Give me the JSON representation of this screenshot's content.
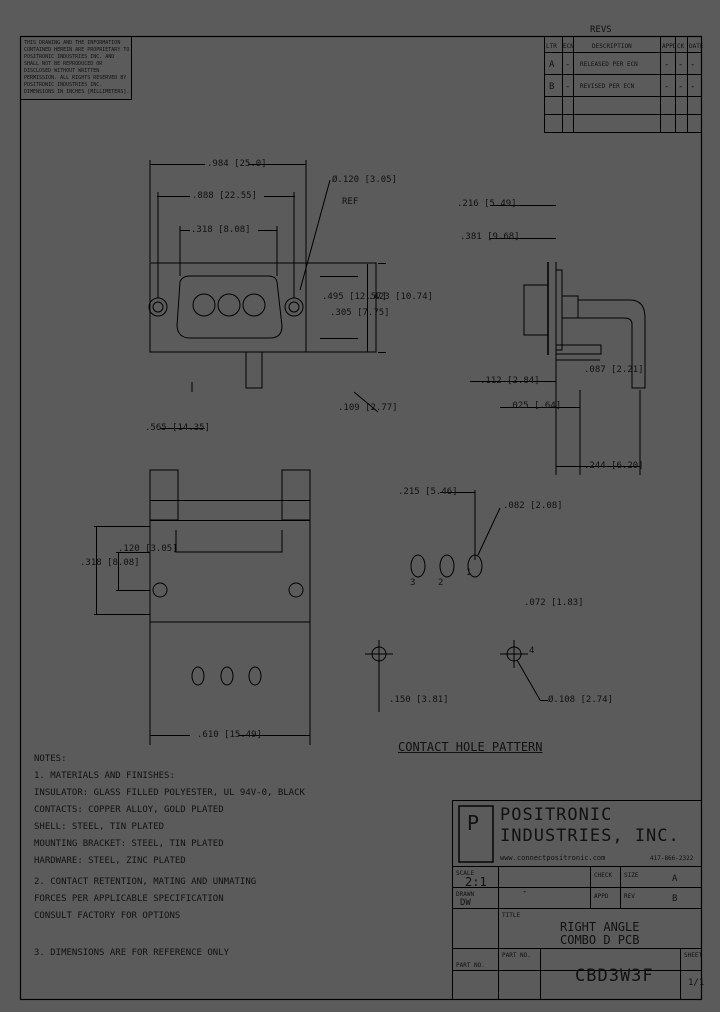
{
  "notice_text": "THIS DRAWING AND THE INFORMATION CONTAINED HEREIN ARE PROPRIETARY TO POSITRONIC INDUSTRIES INC. AND SHALL NOT BE REPRODUCED OR DISCLOSED WITHOUT WRITTEN PERMISSION. ALL RIGHTS RESERVED BY POSITRONIC INDUSTRIES INC. DIMENSIONS IN INCHES [MILLIMETERS].",
  "revisions": {
    "title": "REVS",
    "headers": [
      "LTR",
      "ECN",
      "DESCRIPTION",
      "APPD",
      "CK",
      "DATE"
    ],
    "rows": [
      [
        "A",
        "-",
        "RELEASED PER ECN",
        "-",
        "-",
        "-"
      ],
      [
        "B",
        "-",
        "REVISED PER ECN",
        "-",
        "-",
        "-"
      ]
    ]
  },
  "dims": {
    "d1": ".984 [25.0]",
    "d2": ".888 [22.55]",
    "d3": ".318 [8.08]",
    "d4": "Ø.120 [3.05]",
    "d4b": "REF",
    "d5": ".495 [12.57]",
    "d6": ".305 [7.75]",
    "d7": ".423 [10.74]",
    "d8": ".109 [2.77]",
    "d9": ".565 [14.35]",
    "d10": ".216 [5.49]",
    "d11": ".381 [9.68]",
    "d12": ".112 [2.84]",
    "d13": ".025 [.64]",
    "d14": ".244 [6.20]",
    "d15": ".087 [2.21]",
    "d16": ".318 [8.08]",
    "d17": ".120 [3.05]",
    "d18": ".215 [5.46]",
    "d19": ".610 [15.49]",
    "d20": ".082 [2.08]",
    "d21": ".072 [1.83]",
    "d22": ".150 [3.81]",
    "d23": "Ø.108 [2.74]"
  },
  "pins": {
    "p1": "1",
    "p2": "2",
    "p3": "3",
    "p4": "4"
  },
  "section_title": "CONTACT HOLE PATTERN",
  "notes": {
    "title": "NOTES:",
    "lines": [
      "1. MATERIALS AND FINISHES:",
      "   INSULATOR: GLASS FILLED POLYESTER, UL 94V-0, BLACK",
      "   CONTACTS: COPPER ALLOY, GOLD PLATED",
      "   SHELL: STEEL, TIN PLATED",
      "   MOUNTING BRACKET: STEEL, TIN PLATED",
      "   HARDWARE: STEEL, ZINC PLATED",
      "2. CONTACT RETENTION, MATING AND UNMATING",
      "   FORCES PER APPLICABLE SPECIFICATION",
      "   CONSULT FACTORY FOR OPTIONS",
      "3. DIMENSIONS ARE FOR REFERENCE ONLY"
    ]
  },
  "title_block": {
    "company_line1": "POSITRONIC",
    "company_line2": "INDUSTRIES, INC.",
    "website": "www.connectpositronic.com",
    "tel": "417-866-2322",
    "scale_label": "SCALE",
    "scale_value": "2:1",
    "drawn_label": "DRAWN",
    "drawn_value": "DW",
    "date_value": "-",
    "check_label": "CHECK",
    "appd_label": "APPD",
    "desc_label": "TITLE",
    "description_line1": "RIGHT ANGLE",
    "description_line2": "COMBO D PCB",
    "part_label": "PART NO.",
    "part_number": "CBD3W3F",
    "size_label": "SIZE",
    "size_value": "A",
    "rev_label": "REV",
    "rev_value": "B",
    "sheet_label": "SHEET",
    "sheet_value": "1/1"
  },
  "colors": {
    "background": "#5b5b5b",
    "ink": "#000000"
  }
}
